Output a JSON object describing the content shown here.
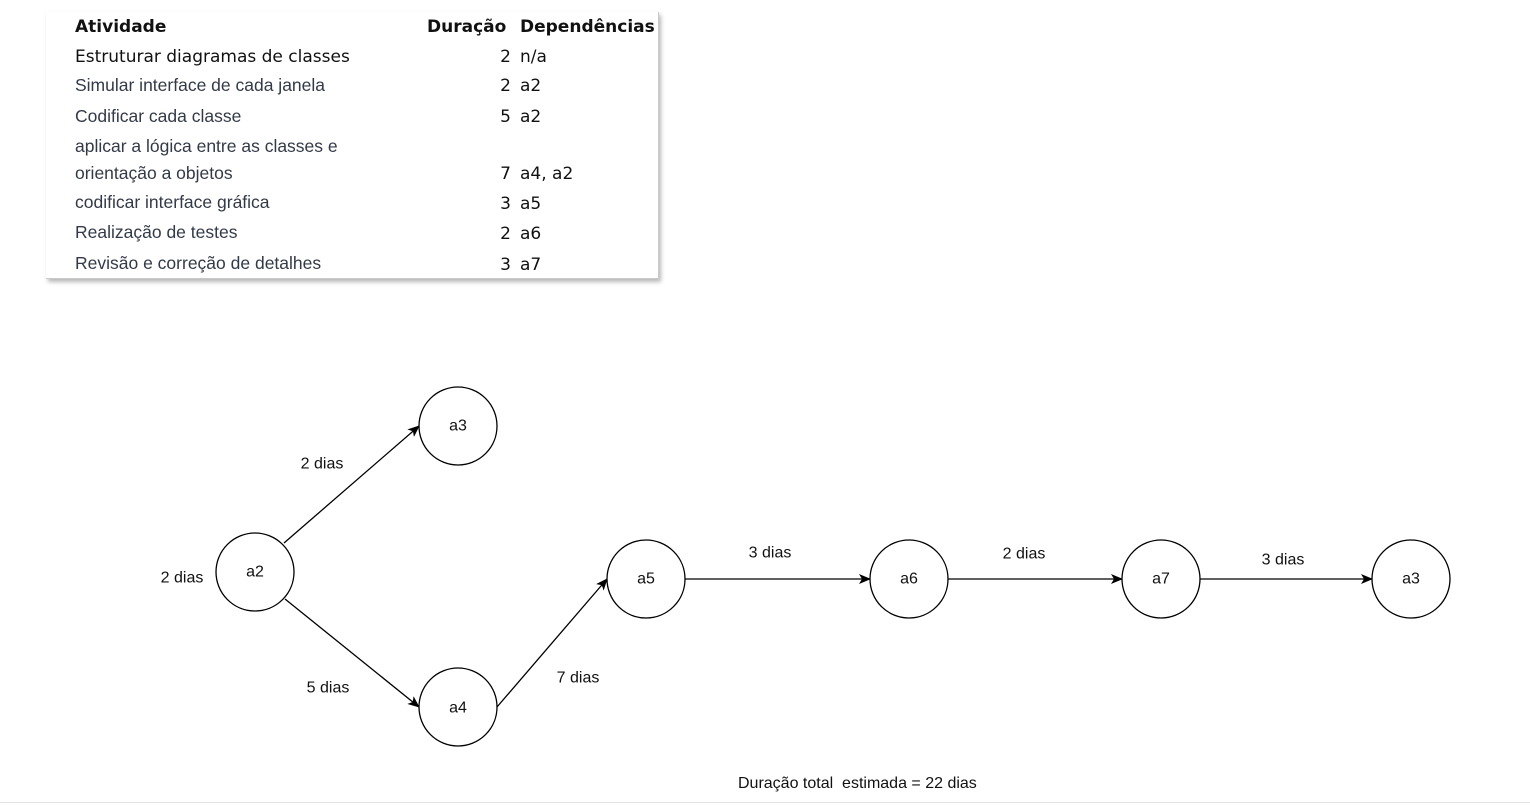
{
  "table": {
    "headers": {
      "activity": "Atividade",
      "duration": "Duração",
      "dependencies": "Dependências"
    },
    "rows": [
      {
        "activity": "Estruturar diagramas de classes",
        "duration": "2",
        "dependencies": "n/a"
      },
      {
        "activity": "Simular interface de cada janela",
        "duration": "2",
        "dependencies": "a2"
      },
      {
        "activity": "Codificar cada classe",
        "duration": "5",
        "dependencies": "a2"
      },
      {
        "activity": "aplicar a lógica entre as classes e",
        "activity2": "orientação a objetos",
        "duration": "7",
        "dependencies": "a4, a2"
      },
      {
        "activity": "codificar interface gráfica",
        "duration": "3",
        "dependencies": "a5"
      },
      {
        "activity": "Realização de testes",
        "duration": "2",
        "dependencies": "a6"
      },
      {
        "activity": "Revisão e correção de detalhes",
        "duration": "3",
        "dependencies": "a7"
      }
    ]
  },
  "diagram": {
    "nodes": {
      "a2": "a2",
      "a3_top": "a3",
      "a4": "a4",
      "a5": "a5",
      "a6": "a6",
      "a7": "a7",
      "a3_end": "a3"
    },
    "labels": {
      "start": "2 dias",
      "a2_a3": "2 dias",
      "a2_a4": "5 dias",
      "a4_a5": "7 dias",
      "a5_a6": "3 dias",
      "a6_a7": "2 dias",
      "a7_a3": "3 dias"
    },
    "total": "Duração total  estimada = 22 dias"
  }
}
